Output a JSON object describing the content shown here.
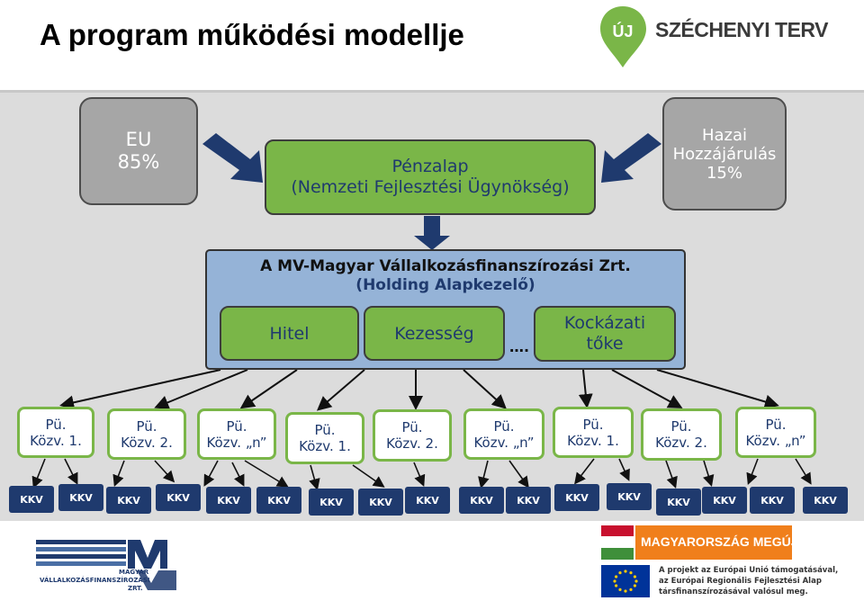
{
  "header": {
    "title": "A program működési modellje",
    "logo_badge": "ÚJ",
    "logo_text": "SZÉCHENYI TERV"
  },
  "sources": {
    "eu": {
      "line1": "EU",
      "line2": "85%"
    },
    "fund": {
      "line1": "Pénzalap",
      "line2": "(Nemzeti Fejlesztési Ügynökség)"
    },
    "domestic": {
      "line1": "Hazai",
      "line2": "Hozzájárulás",
      "line3": "15%"
    }
  },
  "holding": {
    "title": "A MV-Magyar Vállalkozásfinanszírozási Zrt.",
    "subtitle": "(Holding Alapkezelő)",
    "products": [
      "Hitel",
      "Kezesség",
      "Kockázati tőke"
    ],
    "ellipsis": "…."
  },
  "intermediaries": [
    {
      "line1": "Pü.",
      "line2": "Közv. 1."
    },
    {
      "line1": "Pü.",
      "line2": "Közv. 2."
    },
    {
      "line1": "Pü.",
      "line2": "Közv. „n”"
    },
    {
      "line1": "Pü.",
      "line2": "Közv. 1."
    },
    {
      "line1": "Pü.",
      "line2": "Közv. 2."
    },
    {
      "line1": "Pü.",
      "line2": "Közv. „n”"
    },
    {
      "line1": "Pü.",
      "line2": "Közv. 1."
    },
    {
      "line1": "Pü.",
      "line2": "Közv. 2."
    },
    {
      "line1": "Pü.",
      "line2": "Közv. „n”"
    }
  ],
  "kkv_label": "KKV",
  "footer": {
    "mv_logo_text1": "MAGYAR",
    "mv_logo_text2": "VÁLLALKOZÁSFINANSZÍROZÁSI",
    "mv_logo_text3": "ZRT.",
    "banner": "MAGYARORSZÁG MEGÚJUL",
    "eu_line1": "A projekt az Európai Unió támogatásával,",
    "eu_line2": "az Európai Regionális Fejlesztési Alap",
    "eu_line3": "társfinanszírozásával valósul meg."
  },
  "colors": {
    "green": "#7ab648",
    "navy": "#1f3a6e",
    "blue_panel": "#95b3d7",
    "grey_box": "#a6a6a6",
    "banner_orange": "#f07f1b"
  }
}
